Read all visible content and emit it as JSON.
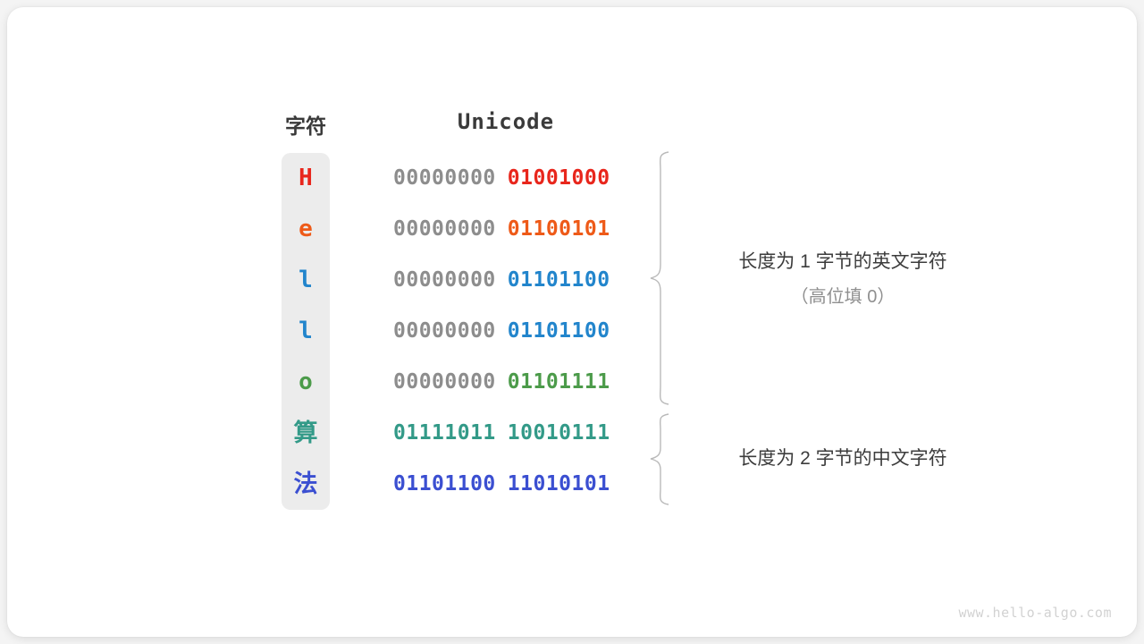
{
  "headers": {
    "character": "字符",
    "unicode": "Unicode"
  },
  "colors": {
    "red": "#e8261c",
    "orange": "#ee5a18",
    "blue": "#2285cc",
    "green": "#4c9b4a",
    "teal": "#339a88",
    "violet": "#3b4fd1",
    "gray_high_byte": "#8d8d8d",
    "pill_background": "#ececec",
    "brace": "#b9b9b9",
    "annotation": "#3c3c3c",
    "annotation_sub": "#8f8f8f",
    "watermark": "#d2d2d2",
    "header_text": "#3a3a3a",
    "card_background": "#ffffff",
    "page_background": "#f4f4f4"
  },
  "rows": [
    {
      "char": "H",
      "high_byte": "00000000",
      "low_byte": "01001000",
      "color": "#e8261c",
      "high_byte_color": "#8d8d8d",
      "cjk": false
    },
    {
      "char": "e",
      "high_byte": "00000000",
      "low_byte": "01100101",
      "color": "#ee5a18",
      "high_byte_color": "#8d8d8d",
      "cjk": false
    },
    {
      "char": "l",
      "high_byte": "00000000",
      "low_byte": "01101100",
      "color": "#2285cc",
      "high_byte_color": "#8d8d8d",
      "cjk": false
    },
    {
      "char": "l",
      "high_byte": "00000000",
      "low_byte": "01101100",
      "color": "#2285cc",
      "high_byte_color": "#8d8d8d",
      "cjk": false
    },
    {
      "char": "o",
      "high_byte": "00000000",
      "low_byte": "01101111",
      "color": "#4c9b4a",
      "high_byte_color": "#8d8d8d",
      "cjk": false
    },
    {
      "char": "算",
      "high_byte": "01111011",
      "low_byte": "10010111",
      "color": "#339a88",
      "high_byte_color": "#339a88",
      "cjk": true
    },
    {
      "char": "法",
      "high_byte": "01101100",
      "low_byte": "11010101",
      "color": "#3b4fd1",
      "high_byte_color": "#3b4fd1",
      "cjk": true
    }
  ],
  "annotations": [
    {
      "main": "长度为 1 字节的英文字符",
      "sub": "（高位填 0）"
    },
    {
      "main": "长度为 2 字节的中文字符",
      "sub": ""
    }
  ],
  "watermark": "www.hello-algo.com"
}
